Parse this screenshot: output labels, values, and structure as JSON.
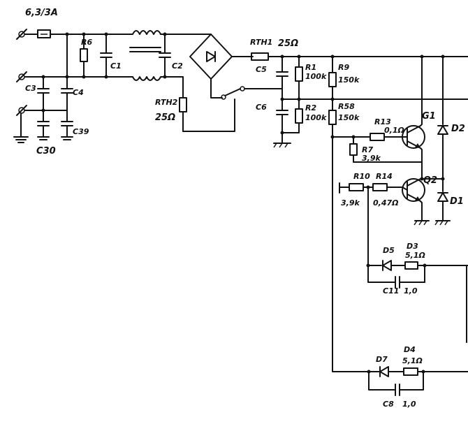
{
  "labels": {
    "fuse": "6,3/3A",
    "r6": "R6",
    "c1": "C1",
    "c2": "C2",
    "c3": "C3",
    "c4": "C4",
    "c39": "C39",
    "c30": "C30",
    "rth1": "RTH1",
    "rth1_val": "25Ω",
    "rth2": "RTH2",
    "rth2_val": "25Ω",
    "c5": "C5",
    "c6": "C6",
    "r1": "R1",
    "r1_val": "100k",
    "r2": "R2",
    "r2_val": "100k",
    "r9": "R9",
    "r9_val": "150k",
    "r58": "R58",
    "r58_val": "150k",
    "r13": "R13",
    "r13_val": "0,1Ω",
    "r7": "R7",
    "r7_val": "3,9k",
    "g1": "G1",
    "d2": "D2",
    "r10": "R10",
    "r10_val": "3,9k",
    "r14": "R14",
    "r14_val": "0,47Ω",
    "q2": "Q2",
    "d1": "D1",
    "d5": "D5",
    "d3": "D3",
    "d3_val": "5,1Ω",
    "c11": "C11",
    "c11_val": "1,0",
    "d7": "D7",
    "d4": "D4",
    "d4_val": "5,1Ω",
    "c8": "C8",
    "c8_val": "1,0"
  }
}
